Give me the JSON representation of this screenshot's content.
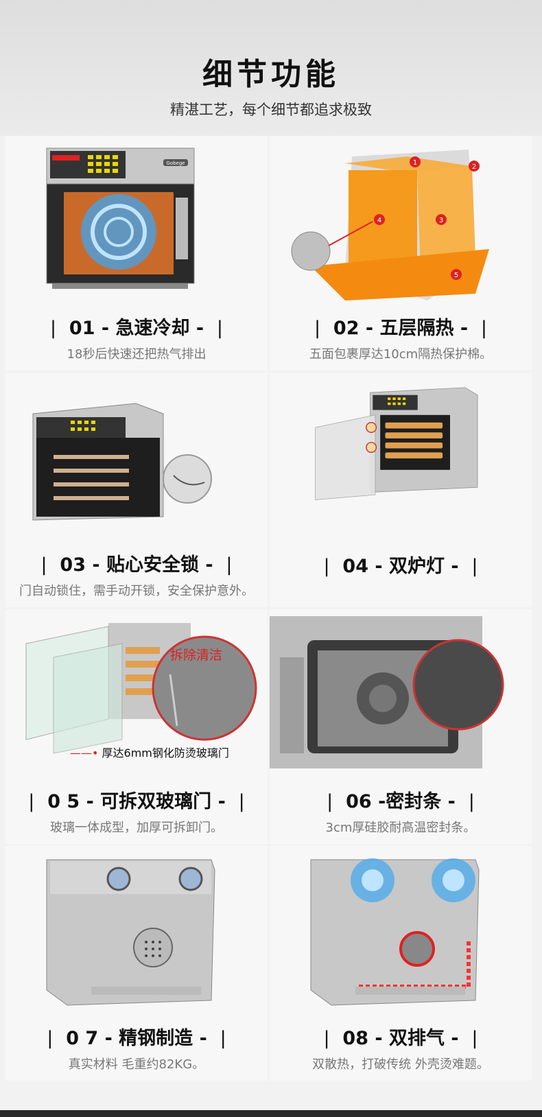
{
  "header": {
    "title": "细节功能",
    "subtitle": "精湛工艺，每个细节都追求极致"
  },
  "cards": [
    {
      "title": "01 - 急速冷却 -",
      "desc": "18秒后快速还把热气排出",
      "icon": "oven-cooling-fan"
    },
    {
      "title": "02 - 五层隔热 -",
      "desc": "五面包裹厚达10cm隔热保护棉。",
      "icon": "insulation-layers",
      "markers": [
        "1",
        "2",
        "3",
        "4",
        "5"
      ]
    },
    {
      "title": "03 - 贴心安全锁 -",
      "desc": "门自动锁住，需手动开锁，安全保护意外。",
      "icon": "oven-safety-lock"
    },
    {
      "title": "04 - 双炉灯 -",
      "desc": "",
      "icon": "oven-double-lamp"
    },
    {
      "title": "0 5 - 可拆双玻璃门 -",
      "desc": "玻璃一体成型，加厚可拆卸门。",
      "icon": "oven-glass-door",
      "overlay_red": "拆除清洁",
      "overlay_note": "厚达6mm钢化防烫玻璃门"
    },
    {
      "title": "06 -密封条 -",
      "desc": "3cm厚硅胶耐高温密封条。",
      "icon": "oven-seal"
    },
    {
      "title": "0 7 - 精钢制造 -",
      "desc": "真实材料 毛重约82KG。",
      "icon": "oven-steel-back"
    },
    {
      "title": "08 - 双排气 -",
      "desc": "双散热，打破传统 外壳烫难题。",
      "icon": "oven-double-exhaust"
    }
  ],
  "brand": "Gobege",
  "colors": {
    "accent_red": "#e02020",
    "steel": "#c8c8c8",
    "insulation_orange": "#f59a1c",
    "fan_blue": "#3fa6f0"
  }
}
